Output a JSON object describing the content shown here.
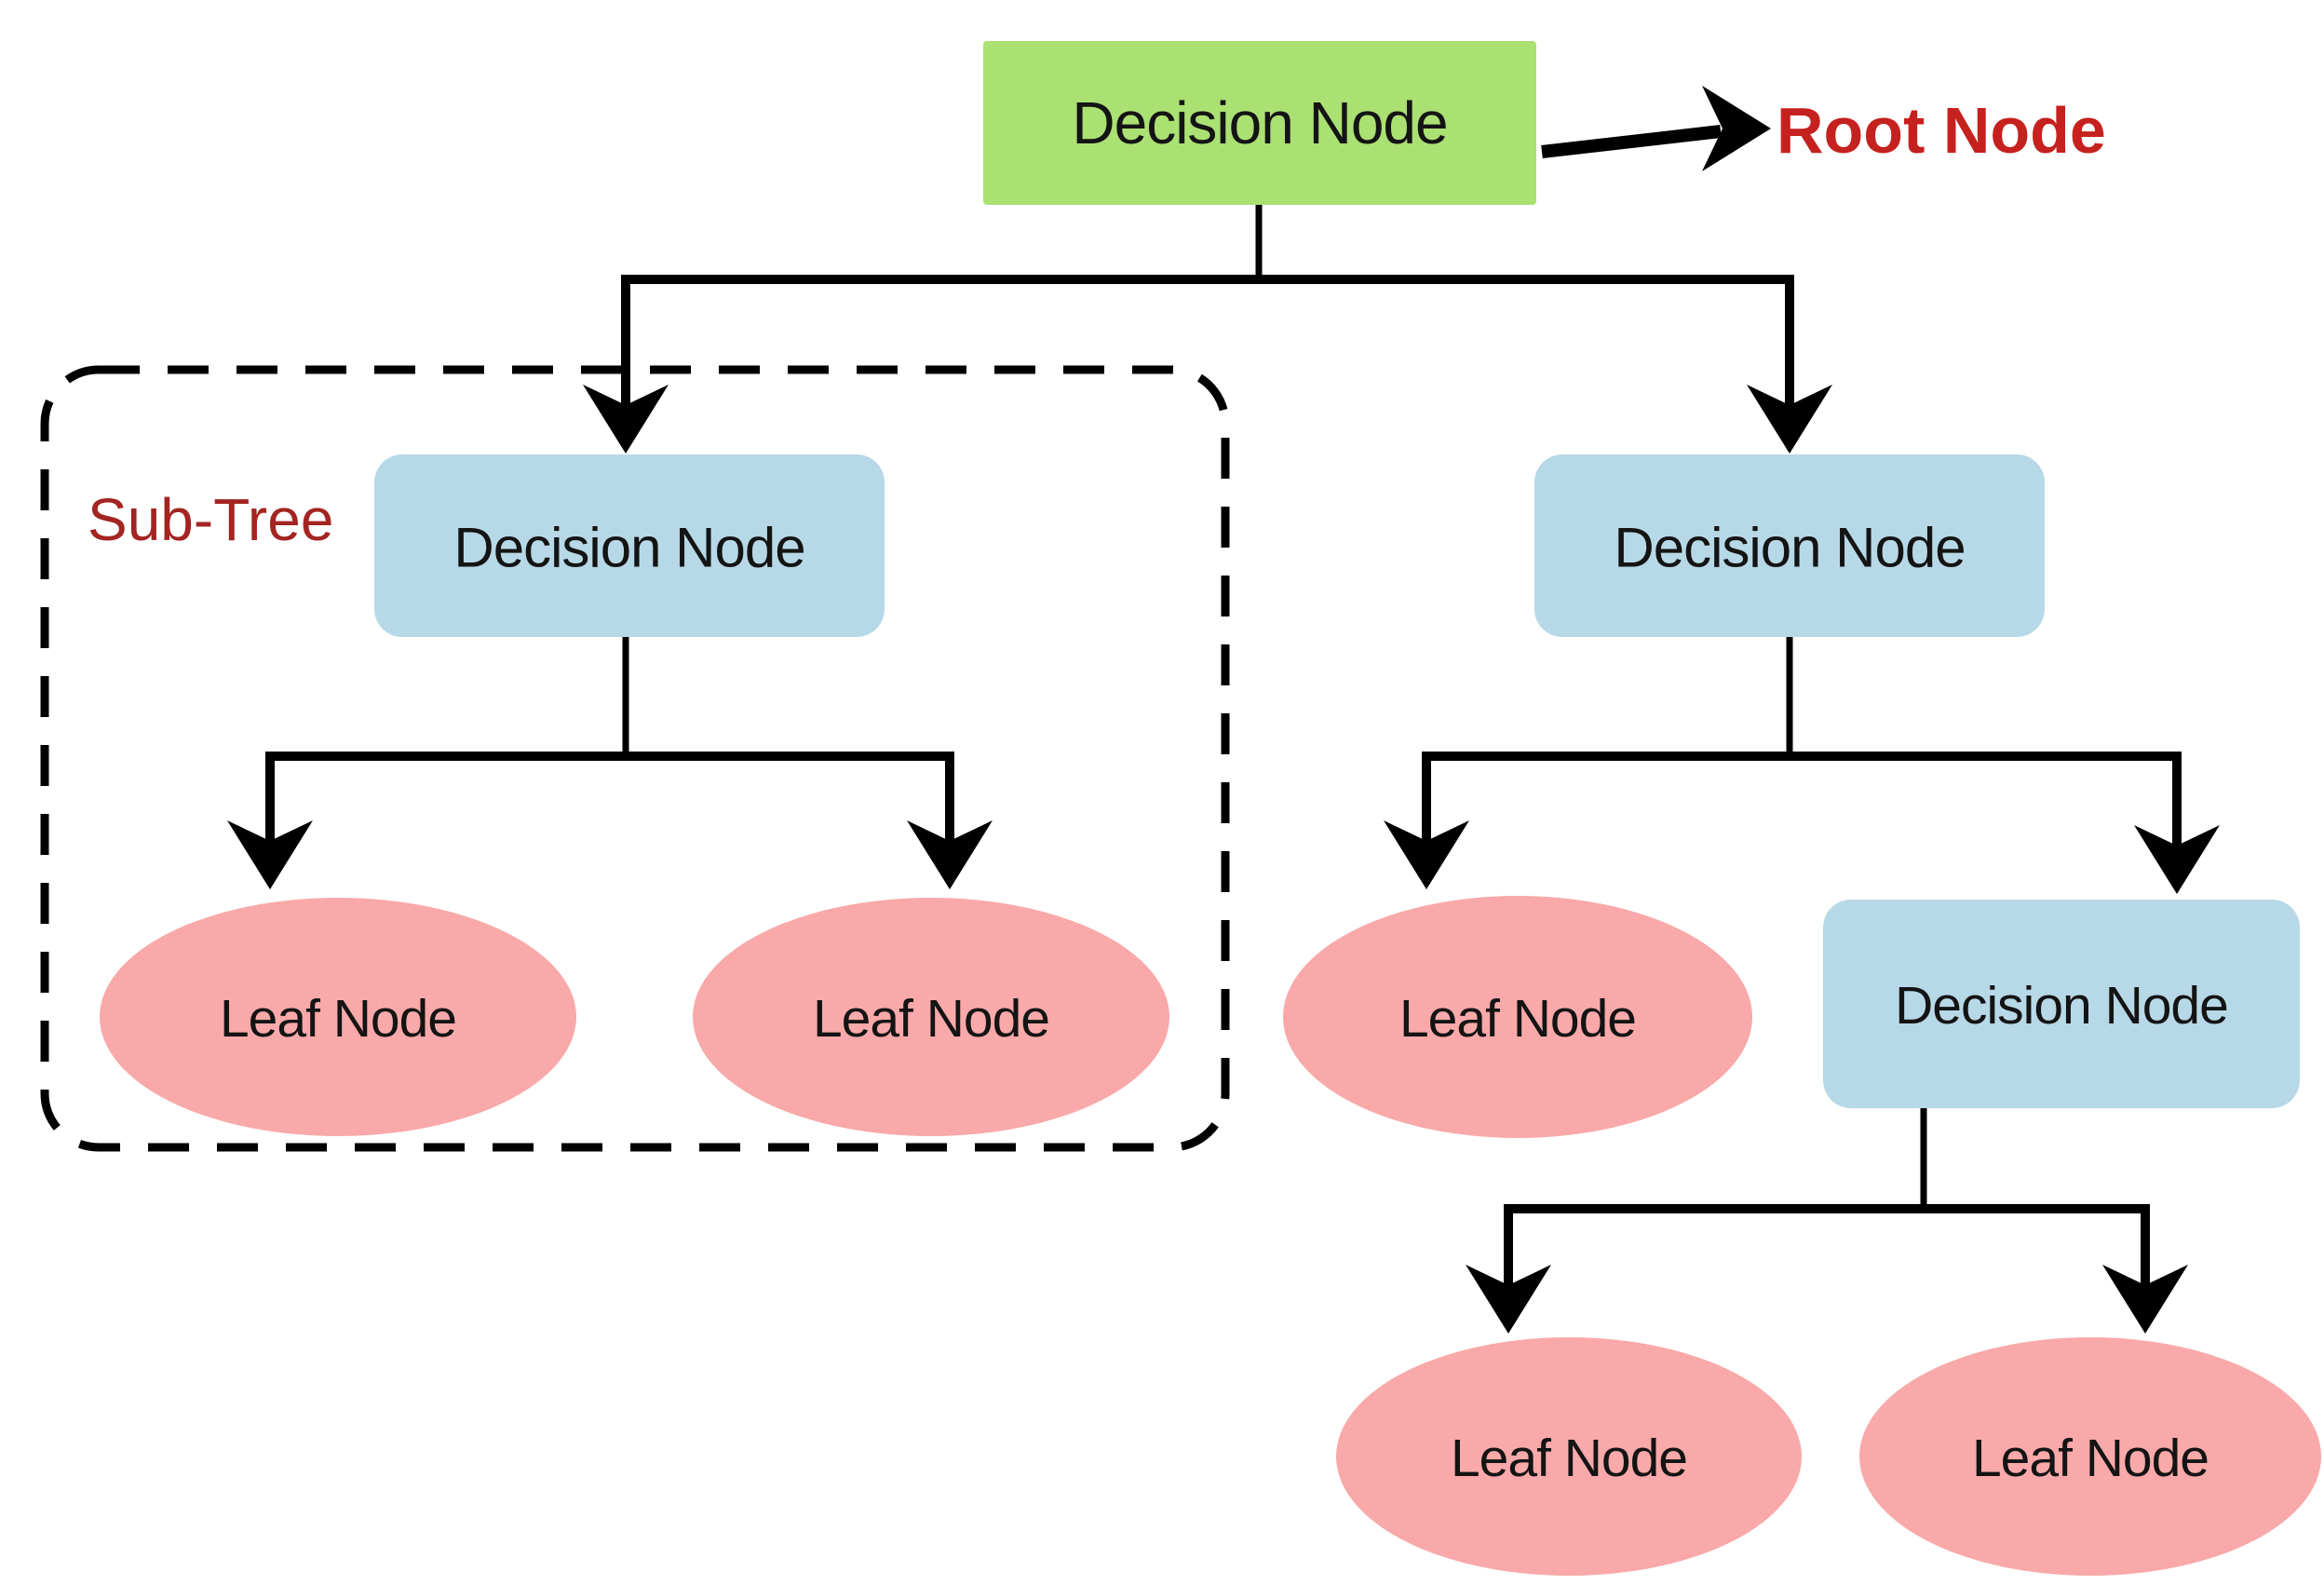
{
  "colors": {
    "root_fill": "#abe073",
    "decision_fill": "#b7d8e7",
    "leaf_fill": "#f9a9a9",
    "node_text": "#141414",
    "root_annotation_text": "#c5211e",
    "subtree_text": "#a32421",
    "line": "#000000"
  },
  "nodes": {
    "root": {
      "label": "Decision Node",
      "role": "root"
    },
    "left_decision": {
      "label": "Decision Node",
      "role": "decision"
    },
    "right_decision": {
      "label": "Decision Node",
      "role": "decision"
    },
    "right_child_decision": {
      "label": "Decision Node",
      "role": "decision"
    },
    "left_leaf_1": {
      "label": "Leaf Node",
      "role": "leaf"
    },
    "left_leaf_2": {
      "label": "Leaf Node",
      "role": "leaf"
    },
    "right_leaf_1": {
      "label": "Leaf Node",
      "role": "leaf"
    },
    "bottom_leaf_1": {
      "label": "Leaf Node",
      "role": "leaf"
    },
    "bottom_leaf_2": {
      "label": "Leaf Node",
      "role": "leaf"
    }
  },
  "annotations": {
    "root_pointer_label": "Root Node",
    "subtree_label": "Sub-Tree"
  }
}
